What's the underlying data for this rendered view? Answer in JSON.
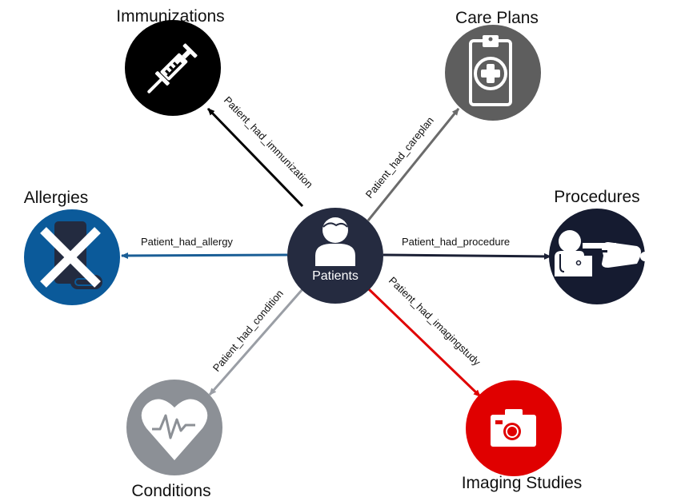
{
  "diagram": {
    "type": "entity-relationship-star",
    "center": {
      "label": "Patients",
      "icon": "person-icon",
      "color": "#252b40"
    },
    "nodes": [
      {
        "id": "immunizations",
        "label": "Immunizations",
        "icon": "syringe-icon",
        "color": "#000000",
        "edge_label": "Patient_had_immunization",
        "edge_color": "#000000"
      },
      {
        "id": "careplans",
        "label": "Care Plans",
        "icon": "clipboard-medical-icon",
        "color": "#5e5e5e",
        "edge_label": "Patient_had_careplan",
        "edge_color": "#6b6b6b"
      },
      {
        "id": "allergies",
        "label": "Allergies",
        "icon": "allergy-x-icon",
        "color": "#0b5a9a",
        "edge_label": "Patient_had_allergy",
        "edge_color": "#1a5e96"
      },
      {
        "id": "procedures",
        "label": "Procedures",
        "icon": "doctor-patient-icon",
        "color": "#151b30",
        "edge_label": "Patient_had_procedure",
        "edge_color": "#1b2035"
      },
      {
        "id": "conditions",
        "label": "Conditions",
        "icon": "heart-pulse-icon",
        "color": "#8c9096",
        "edge_label": "Patient_had_condition",
        "edge_color": "#9a9ea5"
      },
      {
        "id": "imaging",
        "label": "Imaging Studies",
        "icon": "camera-icon",
        "color": "#e00000",
        "edge_label": "Patient_had_imagingstudy",
        "edge_color": "#e00000"
      }
    ]
  }
}
